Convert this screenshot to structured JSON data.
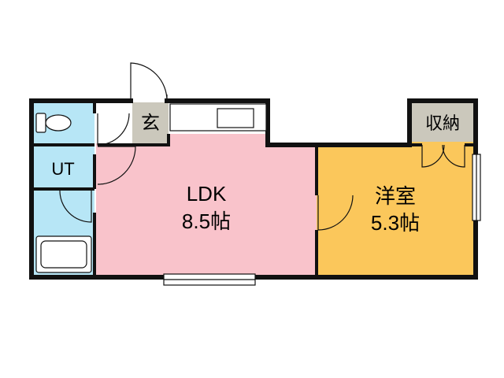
{
  "floorplan": {
    "rooms": {
      "ldk": {
        "name": "LDK",
        "size": "8.5帖"
      },
      "western_room": {
        "name": "洋室",
        "size": "5.3帖"
      },
      "unit_bath_label": "UT",
      "entrance_label": "玄",
      "storage_label": "収納"
    },
    "colors": {
      "ldk": "#f9c3cb",
      "western_room": "#fbc75b",
      "wet_area": "#b7e6f6",
      "entrance": "#cbc8bc",
      "storage": "#cbc8bc",
      "wall": "#111111"
    }
  }
}
